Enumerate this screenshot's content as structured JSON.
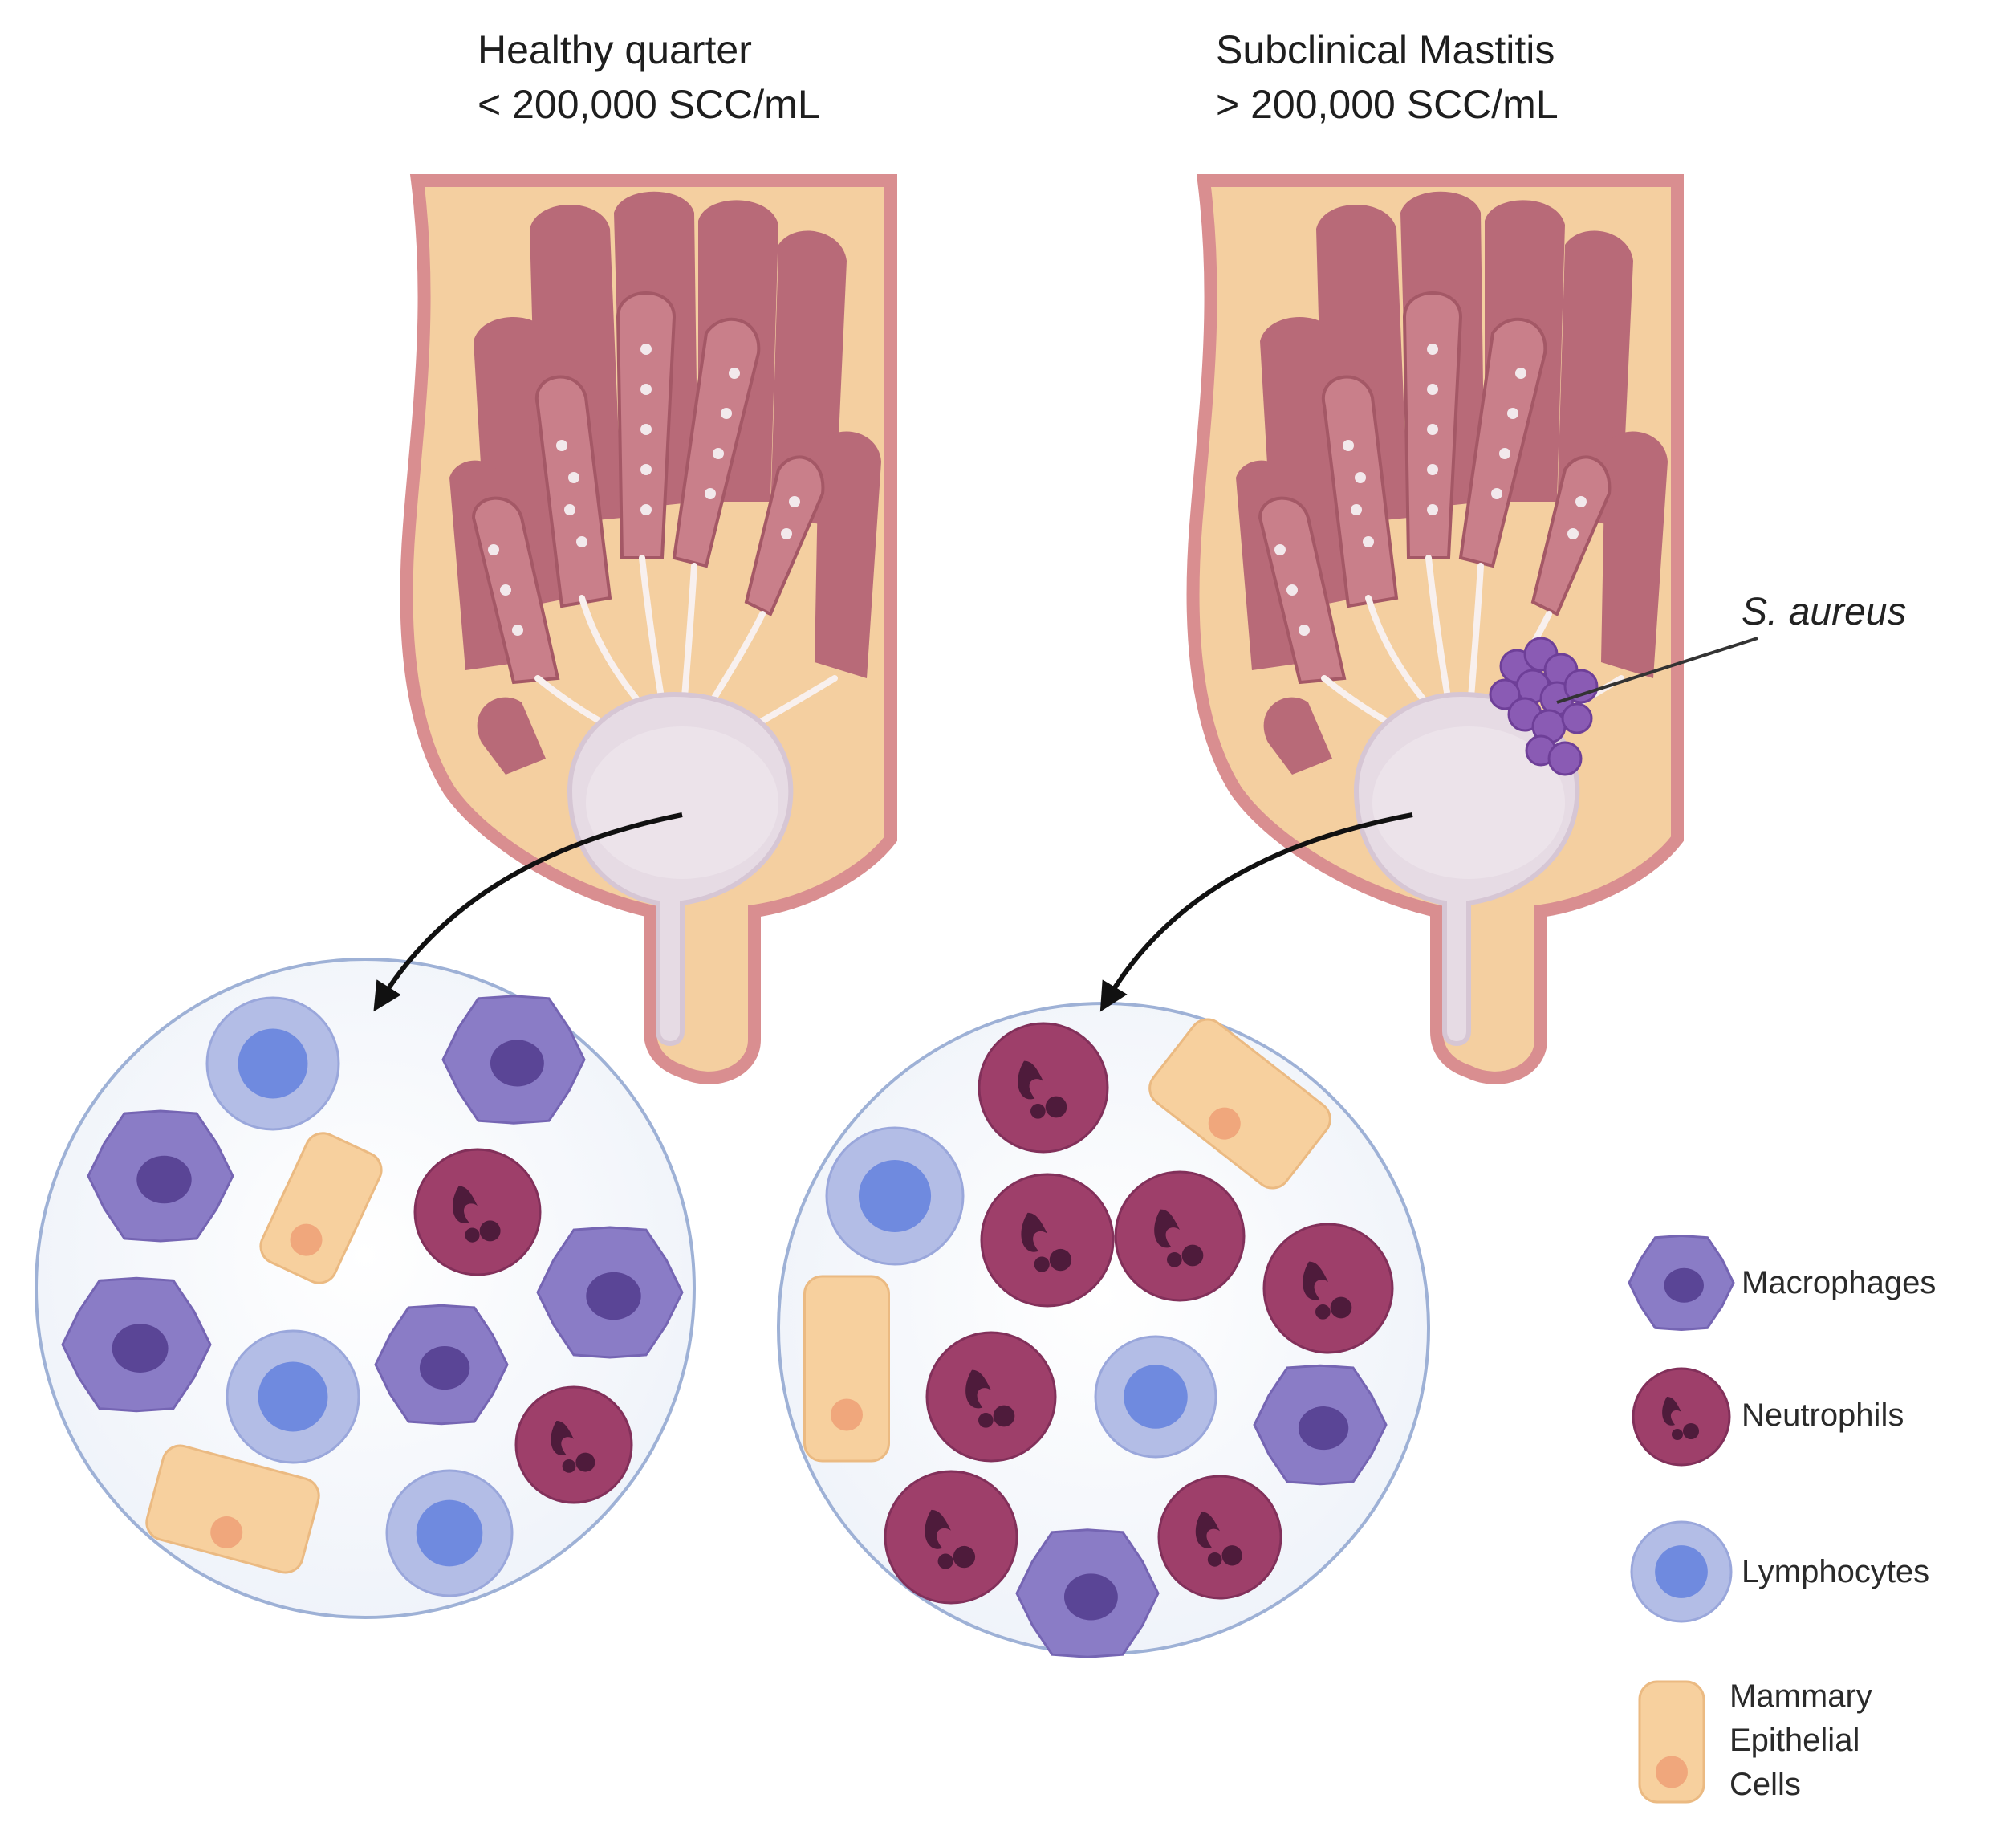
{
  "panels": {
    "healthy": {
      "title": "Healthy quarter",
      "threshold": "< 200,000 SCC/mL"
    },
    "mastitis": {
      "title": "Subclinical Mastitis",
      "threshold": "> 200,000 SCC/mL"
    }
  },
  "pathogen_label": "S. aureus",
  "legend": {
    "macrophages": "Macrophages",
    "neutrophils": "Neutrophils",
    "lymphocytes": "Lymphocytes",
    "epithelial": [
      "Mammary",
      "Epithelial",
      "Cells"
    ]
  },
  "colors": {
    "skin_outline": "#d98e90",
    "tissue": "#f4cfa0",
    "lobe": "#b86a78",
    "alveoli": "#c97f8a",
    "cistern": "#e6dbe4",
    "macrophage": "#8a7cc6",
    "neutrophil": "#9e3f6a",
    "lymphocyte": "#b3bde6",
    "epithelial": "#f7d09e",
    "bacteria": "#8a5bb4"
  }
}
